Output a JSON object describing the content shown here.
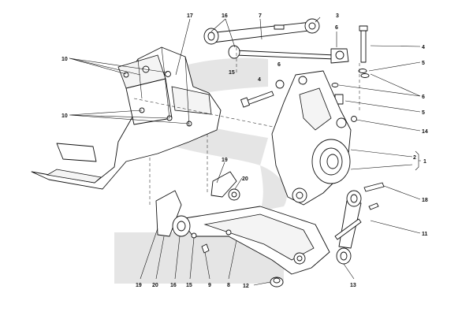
{
  "callouts": [
    {
      "id": "c17",
      "text": "17"
    },
    {
      "id": "c16a",
      "text": "16"
    },
    {
      "id": "c7",
      "text": "7"
    },
    {
      "id": "c3",
      "text": "3"
    },
    {
      "id": "c6a",
      "text": "6"
    },
    {
      "id": "c4a",
      "text": "4"
    },
    {
      "id": "c5a",
      "text": "5"
    },
    {
      "id": "c10a",
      "text": "10"
    },
    {
      "id": "c15a",
      "text": "15"
    },
    {
      "id": "c4b",
      "text": "4"
    },
    {
      "id": "c6b",
      "text": "6"
    },
    {
      "id": "c6c",
      "text": "6"
    },
    {
      "id": "c5b",
      "text": "5"
    },
    {
      "id": "c10b",
      "text": "10"
    },
    {
      "id": "c14",
      "text": "14"
    },
    {
      "id": "c2",
      "text": "2"
    },
    {
      "id": "c1",
      "text": "1"
    },
    {
      "id": "c19a",
      "text": "19"
    },
    {
      "id": "c20a",
      "text": "20"
    },
    {
      "id": "c18",
      "text": "18"
    },
    {
      "id": "c11",
      "text": "11"
    },
    {
      "id": "c19b",
      "text": "19"
    },
    {
      "id": "c20b",
      "text": "20"
    },
    {
      "id": "c16b",
      "text": "16"
    },
    {
      "id": "c15b",
      "text": "15"
    },
    {
      "id": "c9",
      "text": "9"
    },
    {
      "id": "c8",
      "text": "8"
    },
    {
      "id": "c12",
      "text": "12"
    },
    {
      "id": "c13",
      "text": "13"
    }
  ]
}
